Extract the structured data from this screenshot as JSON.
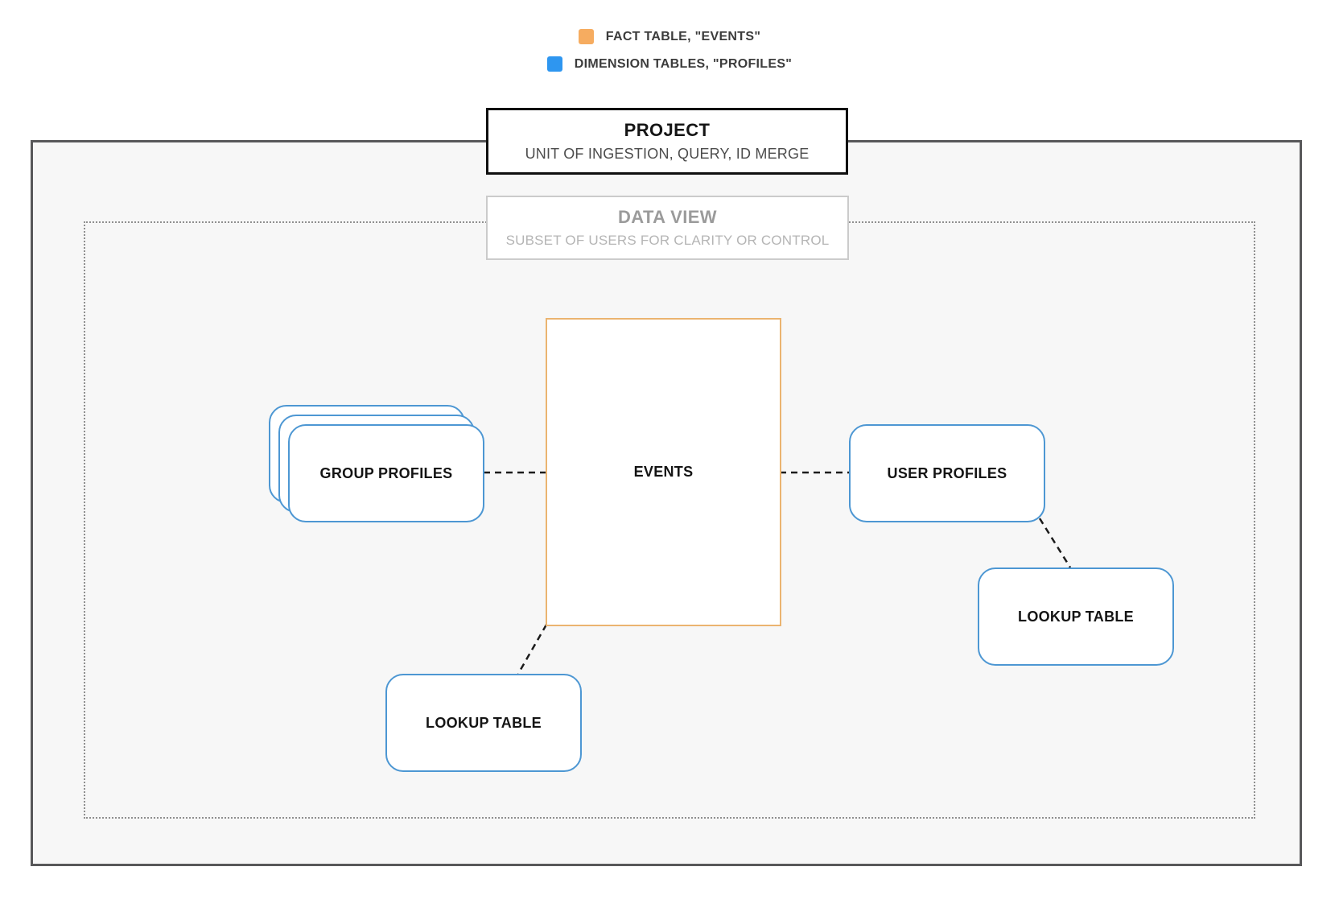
{
  "legend": {
    "items": [
      {
        "name": "fact-table",
        "label": "FACT TABLE, \"EVENTS\"",
        "swatch_color": "#F6AC60"
      },
      {
        "name": "dimension-tables",
        "label": "DIMENSION TABLES, \"PROFILES\"",
        "swatch_color": "#2E96F0"
      }
    ]
  },
  "project_box": {
    "title": "PROJECT",
    "subtitle": "UNIT OF INGESTION, QUERY, ID MERGE"
  },
  "data_view_box": {
    "title": "DATA VIEW",
    "subtitle": "SUBSET OF USERS FOR CLARITY OR CONTROL"
  },
  "nodes": {
    "events": {
      "label": "EVENTS",
      "type": "fact"
    },
    "group_profiles": {
      "label": "GROUP PROFILES",
      "type": "dimension",
      "stacked": true
    },
    "user_profiles": {
      "label": "USER PROFILES",
      "type": "dimension"
    },
    "lookup_table_bottom": {
      "label": "LOOKUP TABLE",
      "type": "dimension"
    },
    "lookup_table_right": {
      "label": "LOOKUP TABLE",
      "type": "dimension"
    }
  },
  "connections": [
    {
      "from": "group_profiles",
      "to": "events"
    },
    {
      "from": "events",
      "to": "user_profiles"
    },
    {
      "from": "user_profiles",
      "to": "lookup_table_right"
    },
    {
      "from": "events",
      "to": "lookup_table_bottom"
    }
  ],
  "colors": {
    "fact_border": "#EBB470",
    "dimension_border": "#4D97D3",
    "connector": "#1C1C1C",
    "region_background": "#F7F7F7"
  }
}
